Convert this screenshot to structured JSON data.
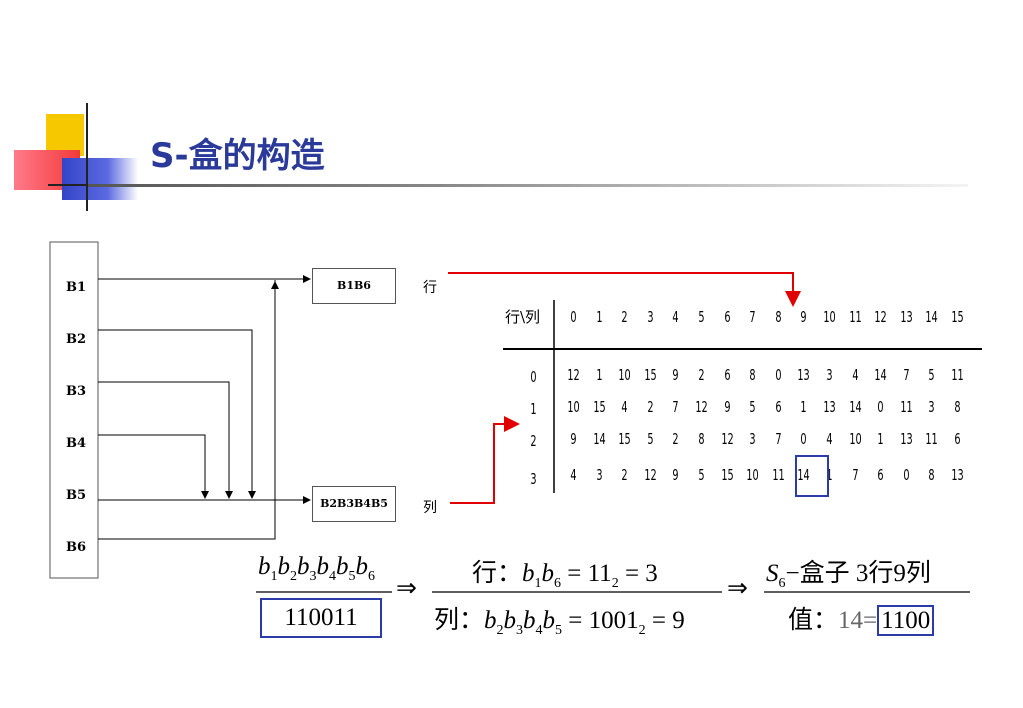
{
  "slide": {
    "title": "S-盒的构造"
  },
  "diagram": {
    "inputs": [
      "B1",
      "B2",
      "B3",
      "B4",
      "B5",
      "B6"
    ],
    "row_box": "B1B6",
    "col_box": "B2B3B4B5",
    "row_label": "行",
    "col_label": "列"
  },
  "sbox_table": {
    "corner": "行\\列",
    "col_headers": [
      "0",
      "1",
      "2",
      "3",
      "4",
      "5",
      "6",
      "7",
      "8",
      "9",
      "10",
      "11",
      "12",
      "13",
      "14",
      "15"
    ],
    "row_headers": [
      "0",
      "1",
      "2",
      "3"
    ],
    "rows": [
      [
        "12",
        "1",
        "10",
        "15",
        "9",
        "2",
        "6",
        "8",
        "0",
        "13",
        "3",
        "4",
        "14",
        "7",
        "5",
        "11"
      ],
      [
        "10",
        "15",
        "4",
        "2",
        "7",
        "12",
        "9",
        "5",
        "6",
        "1",
        "13",
        "14",
        "0",
        "11",
        "3",
        "8"
      ],
      [
        "9",
        "14",
        "15",
        "5",
        "2",
        "8",
        "12",
        "3",
        "7",
        "0",
        "4",
        "10",
        "1",
        "13",
        "11",
        "6"
      ],
      [
        "4",
        "3",
        "2",
        "12",
        "9",
        "5",
        "15",
        "10",
        "11",
        "14",
        "1",
        "7",
        "6",
        "0",
        "8",
        "13"
      ]
    ],
    "highlight": {
      "row": 3,
      "col": 9
    }
  },
  "formula": {
    "input_bits": "110011",
    "arrow": "⇒",
    "row_prefix": "行：",
    "row_eq": "= 11",
    "row_base": "2",
    "row_result": "= 3",
    "col_prefix": "列：",
    "col_eq": "= 1001",
    "col_base": "2",
    "col_result": "= 9",
    "s_sub": "6",
    "box_desc": "−盒子  3行9列",
    "value_prefix": "值：",
    "value_dec": "14=",
    "value_bin": "1100"
  }
}
